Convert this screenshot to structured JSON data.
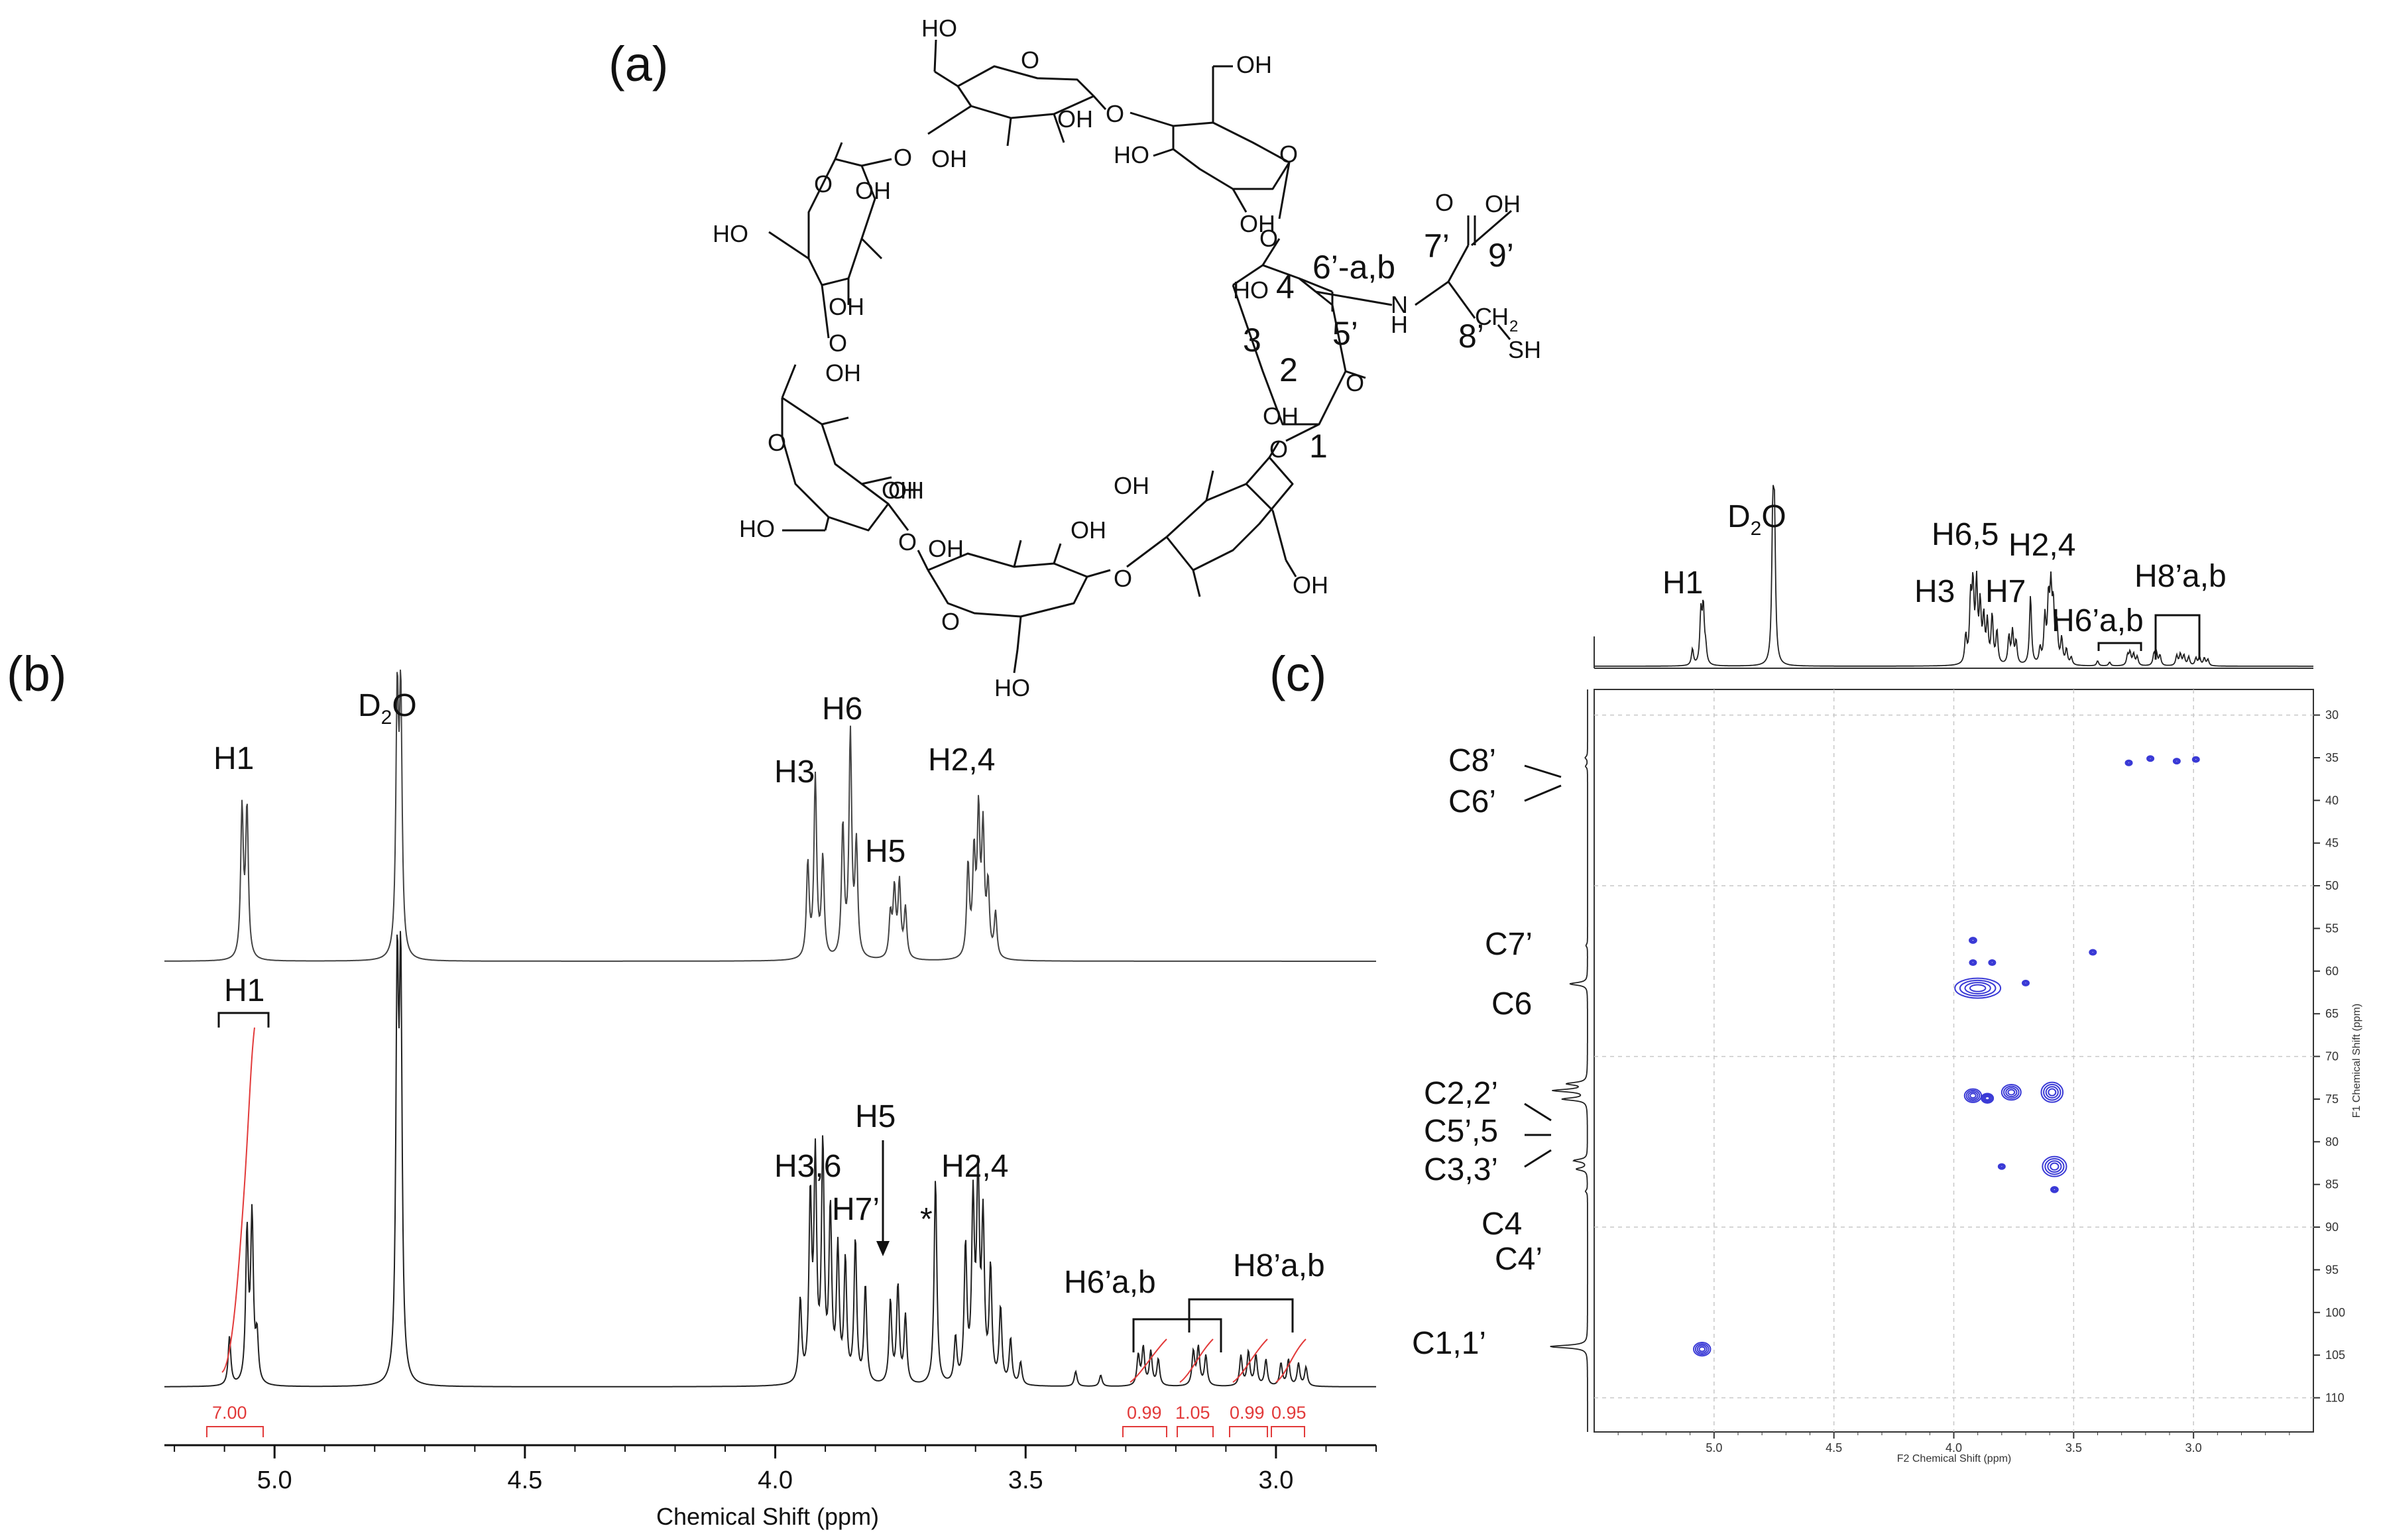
{
  "panels": {
    "a": {
      "label": "(a)",
      "labels": {
        "ho": "HO",
        "oh": "OH",
        "o": "O",
        "nh_n": "N",
        "nh_h": "H",
        "sh": "SH",
        "ch2_c": "C",
        "ch2_h": "H",
        "ch2_sub": "2",
        "pos_6ab": "6’-a,b",
        "pos_7": "7’",
        "pos_9": "9’",
        "pos_8": "8’",
        "pos_5": "5’",
        "pos_4": "4",
        "pos_3": "3",
        "pos_2": "2",
        "pos_1": "1"
      }
    },
    "b": {
      "label": "(b)",
      "x_title": "Chemical Shift (ppm)",
      "ticks": [
        "5.0",
        "4.5",
        "4.0",
        "3.5",
        "3.0"
      ],
      "top_peaks": [
        {
          "label": "H1"
        },
        {
          "label": "D",
          "sub": "2",
          "tail": "O"
        },
        {
          "label": "H3"
        },
        {
          "label": "H6"
        },
        {
          "label": "H5"
        },
        {
          "label": "H2,4"
        }
      ],
      "bottom_peaks": [
        {
          "label": "H1"
        },
        {
          "label": "H3,6"
        },
        {
          "label": "H5"
        },
        {
          "label": "H7’"
        },
        {
          "label": "H2,4"
        },
        {
          "label": "H6’a,b"
        },
        {
          "label": "H8’a,b"
        }
      ],
      "star": "*",
      "integrals": [
        "7.00",
        "0.99",
        "1.05",
        "0.99",
        "0.95"
      ]
    },
    "c": {
      "label": "(c)",
      "x_title": "F2 Chemical Shift (ppm)",
      "y_title": "F1 Chemical Shift (ppm)",
      "x_ticks": [
        "5.0",
        "4.5",
        "4.0",
        "3.5",
        "3.0"
      ],
      "y_ticks": [
        "30",
        "35",
        "40",
        "45",
        "50",
        "55",
        "60",
        "65",
        "70",
        "75",
        "80",
        "85",
        "90",
        "95",
        "100",
        "105",
        "110"
      ],
      "top_peaks": [
        {
          "label": "H1"
        },
        {
          "label": "D",
          "sub": "2",
          "tail": "O"
        },
        {
          "label": "H3"
        },
        {
          "label": "H6,5"
        },
        {
          "label": "H7"
        },
        {
          "label": "H2,4"
        },
        {
          "label": "H6’a,b"
        },
        {
          "label": "H8’a,b"
        }
      ],
      "carbon_labels": [
        "C8’",
        "C6’",
        "C7’",
        "C6",
        "C2,2’",
        "C5’,5",
        "C3,3’",
        "C4",
        "C4’",
        "C1,1’"
      ]
    }
  },
  "chart_data": [
    {
      "type": "line",
      "title": "",
      "xlabel": "Chemical Shift (ppm)",
      "xlim": [
        5.22,
        2.8
      ],
      "x_reversed": true,
      "series": [
        {
          "name": "",
          "peaks": [
            {
              "x": 5.065,
              "h": 0.6
            },
            {
              "x": 5.055,
              "h": 0.6
            },
            {
              "x": 4.755,
              "h": 1.02
            },
            {
              "x": 4.748,
              "h": 1.02
            },
            {
              "x": 3.935,
              "h": 0.38
            },
            {
              "x": 3.92,
              "h": 0.73
            },
            {
              "x": 3.905,
              "h": 0.4
            },
            {
              "x": 3.865,
              "h": 0.53
            },
            {
              "x": 3.85,
              "h": 0.9
            },
            {
              "x": 3.838,
              "h": 0.45
            },
            {
              "x": 3.77,
              "h": 0.17
            },
            {
              "x": 3.762,
              "h": 0.27
            },
            {
              "x": 3.752,
              "h": 0.3
            },
            {
              "x": 3.74,
              "h": 0.2
            },
            {
              "x": 3.615,
              "h": 0.37
            },
            {
              "x": 3.603,
              "h": 0.4
            },
            {
              "x": 3.594,
              "h": 0.56
            },
            {
              "x": 3.585,
              "h": 0.5
            },
            {
              "x": 3.575,
              "h": 0.28
            },
            {
              "x": 3.56,
              "h": 0.18
            }
          ]
        },
        {
          "name": "",
          "peaks": [
            {
              "x": 5.09,
              "h": 0.13
            },
            {
              "x": 5.055,
              "h": 0.4
            },
            {
              "x": 5.045,
              "h": 0.44
            },
            {
              "x": 5.035,
              "h": 0.12
            },
            {
              "x": 4.755,
              "h": 1.05
            },
            {
              "x": 4.748,
              "h": 1.05
            },
            {
              "x": 3.95,
              "h": 0.22
            },
            {
              "x": 3.93,
              "h": 0.48
            },
            {
              "x": 3.92,
              "h": 0.58
            },
            {
              "x": 3.905,
              "h": 0.62
            },
            {
              "x": 3.89,
              "h": 0.45
            },
            {
              "x": 3.875,
              "h": 0.35
            },
            {
              "x": 3.86,
              "h": 0.32
            },
            {
              "x": 3.84,
              "h": 0.38
            },
            {
              "x": 3.82,
              "h": 0.26
            },
            {
              "x": 3.77,
              "h": 0.22
            },
            {
              "x": 3.755,
              "h": 0.26
            },
            {
              "x": 3.74,
              "h": 0.18
            },
            {
              "x": 3.68,
              "h": 0.55
            },
            {
              "x": 3.64,
              "h": 0.12
            },
            {
              "x": 3.62,
              "h": 0.36
            },
            {
              "x": 3.605,
              "h": 0.47
            },
            {
              "x": 3.595,
              "h": 0.54
            },
            {
              "x": 3.585,
              "h": 0.42
            },
            {
              "x": 3.57,
              "h": 0.3
            },
            {
              "x": 3.55,
              "h": 0.2
            },
            {
              "x": 3.53,
              "h": 0.12
            },
            {
              "x": 3.51,
              "h": 0.06
            },
            {
              "x": 3.4,
              "h": 0.04
            },
            {
              "x": 3.35,
              "h": 0.03
            },
            {
              "x": 3.275,
              "h": 0.08
            },
            {
              "x": 3.265,
              "h": 0.1
            },
            {
              "x": 3.25,
              "h": 0.09
            },
            {
              "x": 3.235,
              "h": 0.07
            },
            {
              "x": 3.165,
              "h": 0.09
            },
            {
              "x": 3.155,
              "h": 0.1
            },
            {
              "x": 3.14,
              "h": 0.08
            },
            {
              "x": 3.07,
              "h": 0.08
            },
            {
              "x": 3.055,
              "h": 0.09
            },
            {
              "x": 3.04,
              "h": 0.08
            },
            {
              "x": 3.02,
              "h": 0.07
            },
            {
              "x": 2.99,
              "h": 0.06
            },
            {
              "x": 2.975,
              "h": 0.07
            },
            {
              "x": 2.955,
              "h": 0.06
            },
            {
              "x": 2.94,
              "h": 0.05
            }
          ]
        }
      ]
    },
    {
      "type": "scatter",
      "title": "",
      "xlabel": "F2 Chemical Shift (ppm)",
      "ylabel": "F1 Chemical Shift (ppm)",
      "xlim": [
        5.5,
        2.5
      ],
      "ylim": [
        27,
        114
      ],
      "x_reversed": true,
      "y_reversed": true,
      "series": [
        {
          "name": "",
          "color": "#3a3ad6",
          "points": [
            {
              "x": 3.9,
              "y": 62.0,
              "w": 0.19
            },
            {
              "x": 3.7,
              "y": 61.4,
              "w": 0.025
            },
            {
              "x": 3.92,
              "y": 74.6,
              "w": 0.07
            },
            {
              "x": 3.86,
              "y": 74.9,
              "w": 0.05
            },
            {
              "x": 3.76,
              "y": 74.2,
              "w": 0.08
            },
            {
              "x": 3.59,
              "y": 74.2,
              "w": 0.09
            },
            {
              "x": 3.8,
              "y": 82.9,
              "w": 0.02
            },
            {
              "x": 3.58,
              "y": 82.9,
              "w": 0.1
            },
            {
              "x": 3.58,
              "y": 85.6,
              "w": 0.03
            },
            {
              "x": 3.92,
              "y": 56.4,
              "w": 0.03
            },
            {
              "x": 3.42,
              "y": 57.8,
              "w": 0.006
            },
            {
              "x": 3.92,
              "y": 59.0,
              "w": 0.006
            },
            {
              "x": 3.84,
              "y": 59.0,
              "w": 0.006
            },
            {
              "x": 3.27,
              "y": 35.6,
              "w": 0.008
            },
            {
              "x": 3.18,
              "y": 35.1,
              "w": 0.01
            },
            {
              "x": 3.07,
              "y": 35.4,
              "w": 0.007
            },
            {
              "x": 2.99,
              "y": 35.2,
              "w": 0.012
            },
            {
              "x": 5.05,
              "y": 104.3,
              "w": 0.07
            }
          ]
        }
      ]
    }
  ]
}
